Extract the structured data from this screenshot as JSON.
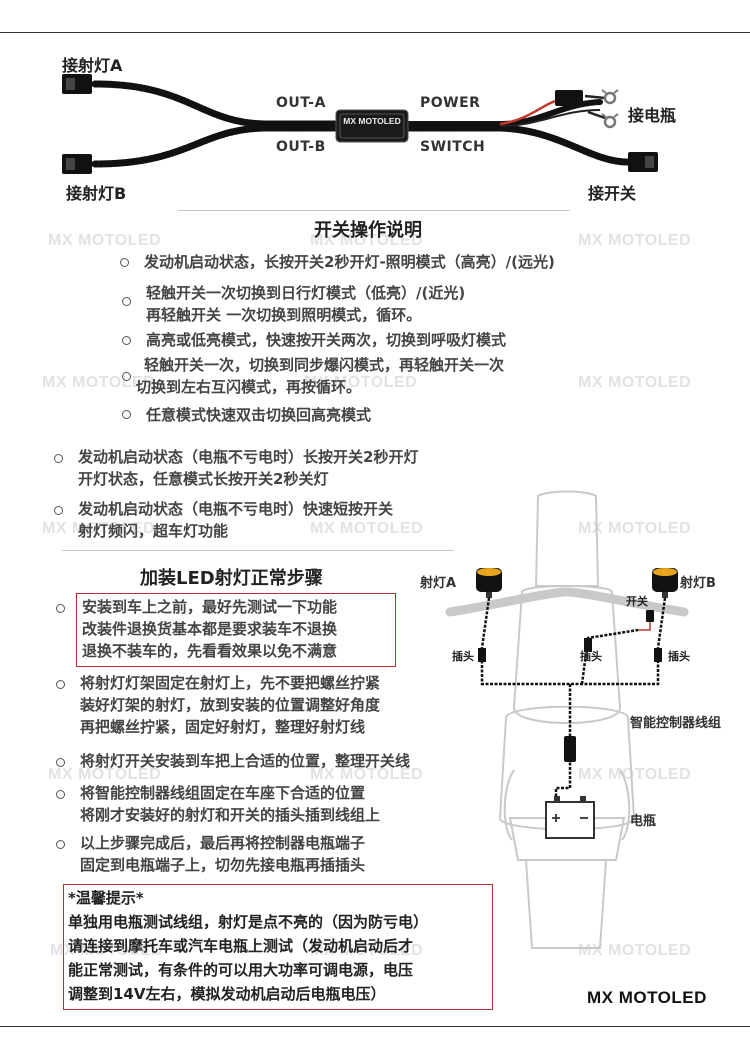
{
  "watermark": "MX MOTOLED",
  "brand": "MX MOTOLED",
  "diagram": {
    "label_light_a": "接射灯A",
    "label_light_b": "接射灯B",
    "label_battery": "接电瓶",
    "label_switch": "接开关",
    "out_a": "OUT-A",
    "out_b": "OUT-B",
    "power": "POWER",
    "switch": "SWITCH",
    "box_text": "MX MOTOLED"
  },
  "switch_ops": {
    "title": "开关操作说明",
    "items": [
      [
        "发动机启动状态，长按开关2秒开灯-照明模式（高亮）/(远光)"
      ],
      [
        "轻触开关一次切换到日行灯模式（低亮）/(近光)",
        "再轻触开关 一次切换到照明模式，循环。"
      ],
      [
        "高亮或低亮模式，快速按开关两次，切换到呼吸灯模式"
      ],
      [
        "轻触开关一次，切换到同步爆闪模式，再轻触开关一次",
        "切换到左右互闪模式，再按循环。"
      ],
      [
        "任意模式快速双击切换回高亮模式"
      ]
    ],
    "extra": [
      [
        "发动机启动状态（电瓶不亏电时）长按开关2秒开灯",
        "开灯状态，任意模式长按开关2秒关灯"
      ],
      [
        "发动机启动状态（电瓶不亏电时）快速短按开关",
        "射灯频闪，超车灯功能"
      ]
    ]
  },
  "install": {
    "title": "加装LED射灯正常步骤",
    "steps": [
      [
        "安装到车上之前，最好先测试一下功能",
        "改装件退换货基本都是要求装车不退换",
        "退换不装车的，先看看效果以免不满意"
      ],
      [
        "将射灯灯架固定在射灯上，先不要把螺丝拧紧",
        "装好灯架的射灯，放到安装的位置调整好角度",
        "再把螺丝拧紧，固定好射灯，整理好射灯线"
      ],
      [
        "将射灯开关安装到车把上合适的位置，整理开关线"
      ],
      [
        "将智能控制器线组固定在车座下合适的位置",
        "将刚才安装好的射灯和开关的插头插到线组上"
      ],
      [
        "以上步骤完成后，最后再将控制器电瓶端子",
        "固定到电瓶端子上，切勿先接电瓶再插插头"
      ]
    ]
  },
  "tip": {
    "lines": [
      "*温馨提示*",
      "单独用电瓶测试线组，射灯是点不亮的（因为防亏电）",
      "请连接到摩托车或汽车电瓶上测试（发动机启动后才",
      "能正常测试，有条件的可以用大功率可调电源，电压",
      "调整到14V左右，模拟发动机启动后电瓶电压）"
    ]
  },
  "moto": {
    "light_a": "射灯A",
    "light_b": "射灯B",
    "switch": "开关",
    "plug_left": "插头",
    "plug_mid": "插头",
    "plug_right": "插头",
    "controller": "智能控制器线组",
    "battery": "电瓶"
  },
  "colors": {
    "red_box": "#b8322f",
    "red_wire": "#c0392b"
  }
}
